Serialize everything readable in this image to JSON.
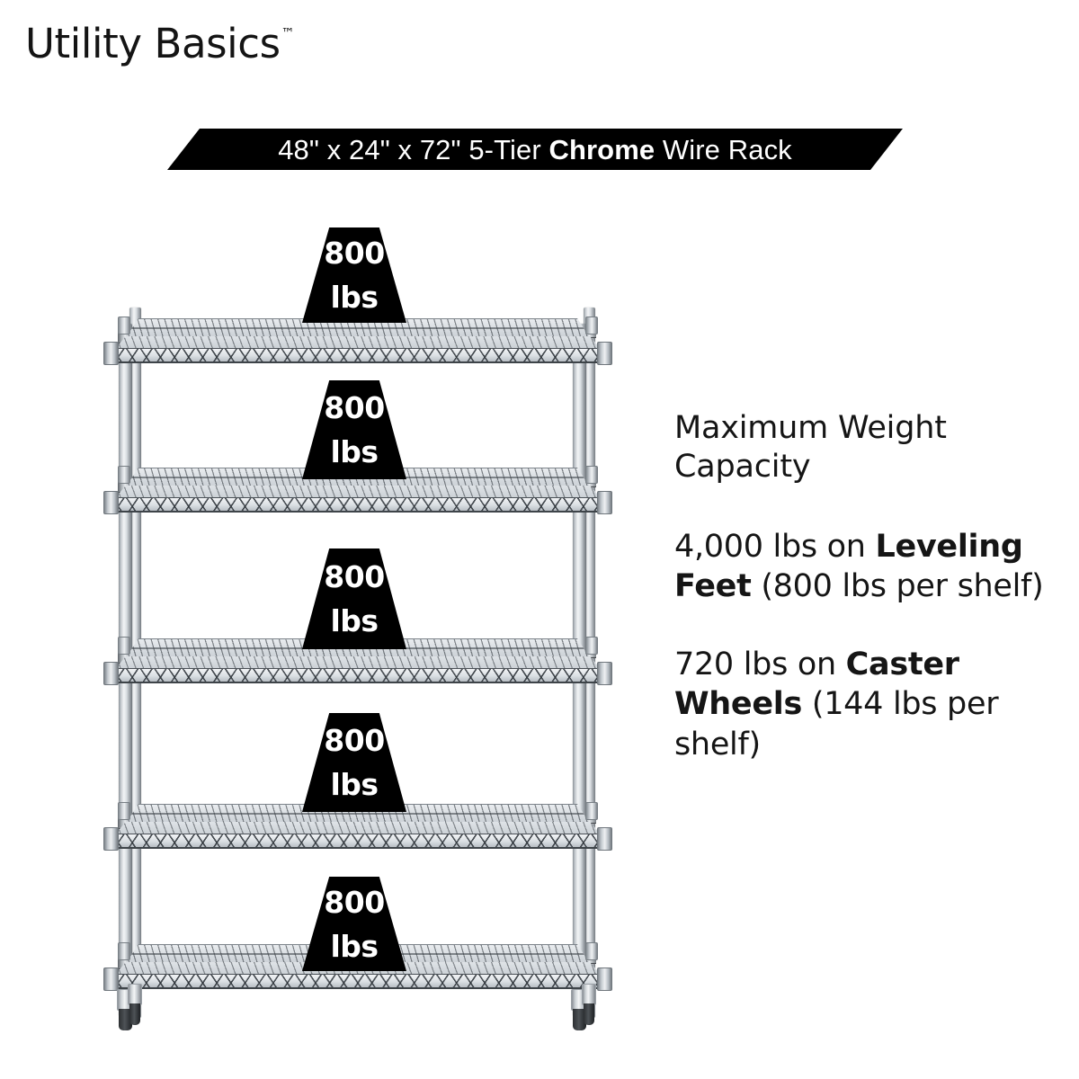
{
  "brand": {
    "name": "Utility Basics",
    "trademark": "™"
  },
  "banner": {
    "prefix": "48\" x 24\" x 72\" 5-Tier ",
    "emphasis": "Chrome",
    "suffix": " Wire Rack",
    "full_text": "48\" x 24\" x 72\" 5-Tier Chrome Wire Rack",
    "background_color": "#000000",
    "text_color": "#ffffff"
  },
  "product": {
    "width_in": "48\"",
    "depth_in": "24\"",
    "height_in": "72\"",
    "tiers": "5-Tier",
    "finish": "Chrome",
    "type": "Wire Rack",
    "shelf_count": 5
  },
  "copy": {
    "heading": "Maximum Weight Capacity",
    "paragraphs": [
      {
        "lead": "4,000 lbs on ",
        "emphasis": "Leveling Feet",
        "tail": " (800 lbs per shelf)"
      },
      {
        "lead": "720 lbs on ",
        "emphasis": "Caster Wheels",
        "tail": " (144 lbs per shelf)"
      }
    ]
  },
  "badges": [
    {
      "value": "800",
      "unit": "lbs"
    },
    {
      "value": "800",
      "unit": "lbs"
    },
    {
      "value": "800",
      "unit": "lbs"
    },
    {
      "value": "800",
      "unit": "lbs"
    },
    {
      "value": "800",
      "unit": "lbs"
    }
  ],
  "colors": {
    "background": "#ffffff",
    "ink": "#111111",
    "badge_fill": "#000000",
    "badge_text": "#ffffff",
    "chrome_light": "#eef0f2",
    "chrome_mid": "#c8ced3",
    "chrome_dark": "#6e747a"
  }
}
